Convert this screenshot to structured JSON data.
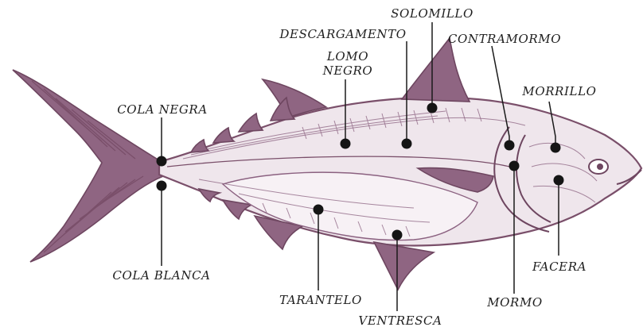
{
  "labels": {
    "solomillo": "SOLOMILLO",
    "descargamento": "DESCARGAMENTO",
    "contramormo": "CONTRAMORMO",
    "lomo_negro_line1": "LOMO",
    "lomo_negro_line2": "NEGRO",
    "morrillo": "MORRILLO",
    "cola_negra": "COLA NEGRA",
    "cola_blanca": "COLA BLANCA",
    "facera": "FACERA",
    "tarantelo": "TARANTELO",
    "mormo": "MORMO",
    "ventresca": "VENTRESCA"
  },
  "colors": {
    "fish_outline": "#7a4f6a",
    "fin_fill": "#8f6582",
    "body_fill": "#efe6ec",
    "marker": "#151515"
  }
}
